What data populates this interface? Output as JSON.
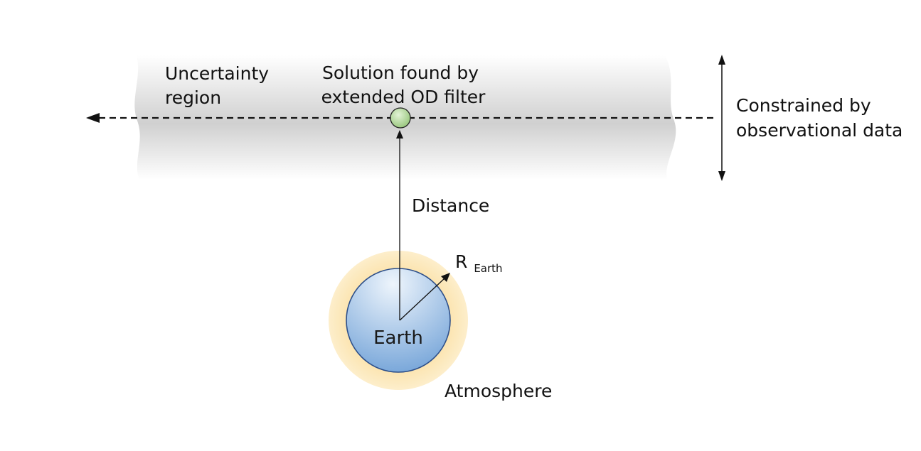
{
  "labels": {
    "uncertainty_line1": "Uncertainty",
    "uncertainty_line2": "region",
    "solution_line1": "Solution found by",
    "solution_line2": "extended OD filter",
    "constrained_line1": "Constrained by",
    "constrained_line2": "observational data",
    "distance": "Distance",
    "radius_main": "R",
    "radius_sub": "Earth",
    "earth": "Earth",
    "atmosphere": "Atmosphere"
  },
  "colors": {
    "uncertainty_band_edge": "#ffffff",
    "uncertainty_band_center": "#cfcfcf",
    "solution_point": "#a9d48f",
    "earth_light": "#e6f0fb",
    "earth_dark": "#6d9fd6",
    "earth_stroke": "#2d4f8a",
    "atmosphere": "#fbe3ad",
    "line": "#111111"
  }
}
